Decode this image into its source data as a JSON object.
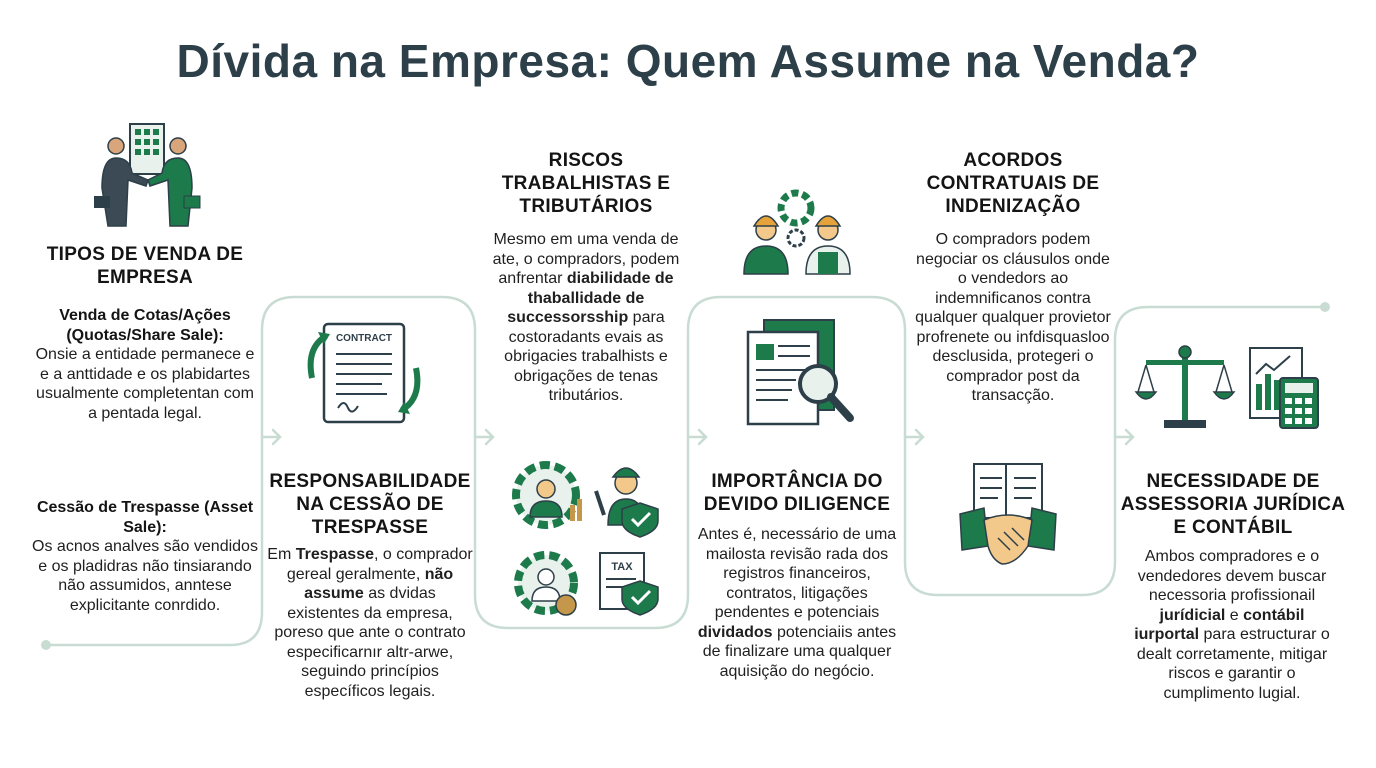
{
  "title": "Dívida na Empresa: Quem Assume na Venda?",
  "colors": {
    "green": "#1c7a4b",
    "dark": "#2d3f48",
    "line": "#c9dcd3",
    "light": "#e9f1ed"
  },
  "sections": {
    "tipos": {
      "heading": "TIPOS DE VENDA DE EMPRESA",
      "sub1": "Venda de Cotas/Ações (Quotas/Share Sale):",
      "text1": "Onsie a entidade permanece e e a anttidade e os plabidartes usualmente completentan com a pentada legal.",
      "sub2": "Cessão de Trespasse (Asset Sale):",
      "text2": "Os acnos analves são vendidos e os pladidras não tinsiarando não assumidos, anntese explicitante conrdido.",
      "icon": "handshake-business-icon"
    },
    "responsabilidade": {
      "heading": "RESPONSABILIDADE NA CESSÃO DE TRESPASSE",
      "t1": "Em ",
      "b1": "Trespasse",
      "t2": ", o comprador gereal geralmente, ",
      "b2": "não assume",
      "t3": " as dvidas existentes da empresa, poreso que ante o contrato especificarnır altr-arwe, seguindo princípios específicos legais.",
      "icon": "contract-icon",
      "contract_label": "CONTRACT"
    },
    "riscos": {
      "heading": "RISCOS TRABALHISTAS E TRIBUTÁRIOS",
      "t1": "Mesmo em uma venda de ate, o compradors, podem anfrentar ",
      "b1": "diabilidade de thaballidade de successorsship",
      "t2": " para costoradants evais as obrigacies trabalhists e obrigações de tenas tributários.",
      "icon": "labor-tax-icons",
      "tax_label": "TAX"
    },
    "diligence": {
      "heading": "IMPORTÂNCIA DO DEVIDO DILIGENCE",
      "t1": "Antes é, necessário de uma mailosta revisão rada dos registros financeiros, contratos, litigações pendentes e potenciais ",
      "b1": "dividados",
      "t2": " potenciaiis antes de finalizare uma qualquer aquisição do negócio.",
      "icon": "document-search-icon",
      "top_icon": "workers-gear-icon"
    },
    "acordos": {
      "heading": "ACORDOS CONTRATUAIS DE INDENIZAÇÃO",
      "text": "O compradors podem negociar os cláusulos onde o vendedors ao indemnificanos contra qualquer qualquer provietor profrenete ou infdisquasloo desclusida, protegeri o comprador post da transacção.",
      "icon": "agreement-handshake-icon"
    },
    "assessoria": {
      "heading": "NECESSIDADE DE ASSESSORIA JURÍDICA E CONTÁBIL",
      "t1": "Ambos compradores e o vendedores devem buscar necessoria profissionail ",
      "b1": "jurídicial",
      "t2": " e ",
      "b2": "contábil iurportal",
      "t3": " para estructurar o dealt corretamente, mitigar riscos e garantir o cumplimento lugial.",
      "icon": "scale-calculator-icon"
    }
  }
}
